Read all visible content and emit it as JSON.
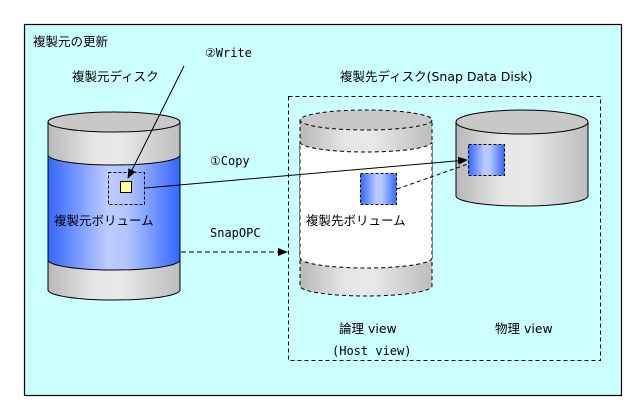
{
  "diagram": {
    "title": "複製元の更新",
    "source_disk_label": "複製元ディスク",
    "target_disk_label": "複製先ディスク(Snap Data Disk)",
    "source_volume_label": "複製元ボリューム",
    "target_volume_label": "複製先ボリューム",
    "write_label": "②Write",
    "copy_label": "①Copy",
    "snapopc_label": "SnapOPC",
    "logical_view_label": "論理 view",
    "host_view_label": "(Host view)",
    "physical_view_label": "物理 view",
    "colors": {
      "background": "#ccffff",
      "volume_blue": "#3366ff",
      "cylinder_gray": "#c8c8c8",
      "updated_block": "#ffff99"
    }
  }
}
